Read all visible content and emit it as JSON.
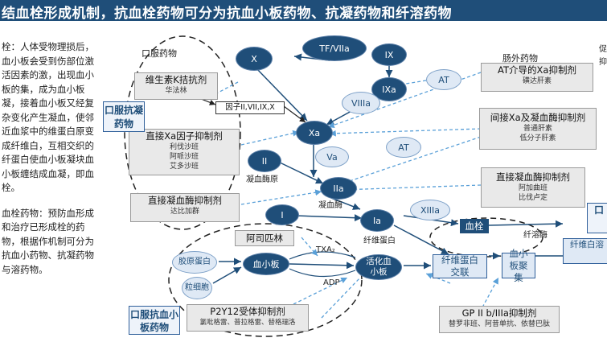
{
  "title": "结血栓形成机制，抗血栓药物可分为抗血小板药物、抗凝药物和纤溶药物",
  "left_text": {
    "para1": "栓：人体受物理损后，血小板会受到伤部位激活因素的激，出现血小板的集，成为血小板凝，接着血小板又经复杂变化产生凝血，使邻近血浆中的维蛋白原变成纤维白，互相交织的纤蛋白使血小板凝块血小板缠结成血凝，即血栓。",
    "para2": "血栓药物：预防血形成和治疗已形成栓的药物，根据作机制可分为抗血小药物、抗凝药物与溶药物。"
  },
  "labels": {
    "oral_drugs": "口服药物",
    "parenteral_drugs": "肠外药物",
    "fibrinogen": "凝血酶原",
    "thrombin": "凝血酶",
    "fibrin_protein": "纤维蛋白",
    "fibrinolysis": "纤溶酶",
    "txa2": "TXA₂",
    "adp": "ADP",
    "top_right_1": "促",
    "top_right_2": "抑"
  },
  "nodes": {
    "x_top": "X",
    "tf": "TF/VIIa",
    "ix": "IX",
    "ixa": "IXa",
    "viiia": "VIIIa",
    "at1": "AT",
    "at2": "AT",
    "xa": "Xa",
    "va": "Va",
    "ii": "II",
    "iia": "IIa",
    "i": "I",
    "ia": "Ia",
    "xiiia": "XIIIa",
    "collagen": "胶原蛋白",
    "granule": "粒细胞",
    "platelet": "血小板",
    "activated_platelet": "活化血小板"
  },
  "boxes": {
    "vitk": {
      "title": "维生素K拮抗剂",
      "sub": "华法林"
    },
    "factors": {
      "title": "因子II,VII,IX,X"
    },
    "direct_xa": {
      "title": "直接Xa因子抑制剂",
      "subs": [
        "利伐沙班",
        "阿哌沙班",
        "艾多沙班"
      ]
    },
    "direct_thrombin_oral": {
      "title": "直接凝血酶抑制剂",
      "sub": "达比加群"
    },
    "oral_anticoag": {
      "title": "口服抗凝药物"
    },
    "at_xa": {
      "title": "AT介导的Xa抑制剂",
      "sub": "磺达肝素"
    },
    "indirect": {
      "title": "间接Xa及凝血酶抑制剂",
      "subs": [
        "普通肝素",
        "低分子肝素"
      ]
    },
    "direct_thrombin_iv": {
      "title": "直接凝血酶抑制剂",
      "subs": [
        "阿加曲班",
        "比伐卢定"
      ]
    },
    "aspirin": {
      "title": "阿司匹林"
    },
    "p2y12": {
      "title": "P2Y12受体抑制剂",
      "sub": "氯吡格雷、普拉格雷、替格瑞洛"
    },
    "oral_antiplatelet": {
      "title": "口服抗血小板药物"
    },
    "gp": {
      "title": "GP II b/IIIa抑制剂",
      "sub": "替罗非班、阿昔单抗、依替巴肽"
    },
    "clot": {
      "title": "血栓"
    },
    "fibrin_cross": {
      "title": "纤维蛋白交联"
    },
    "platelet_agg": {
      "title": "血小板聚集"
    },
    "right_edge_1": {
      "title": "口"
    },
    "right_edge_2": {
      "title": "纤维白溶"
    }
  }
}
